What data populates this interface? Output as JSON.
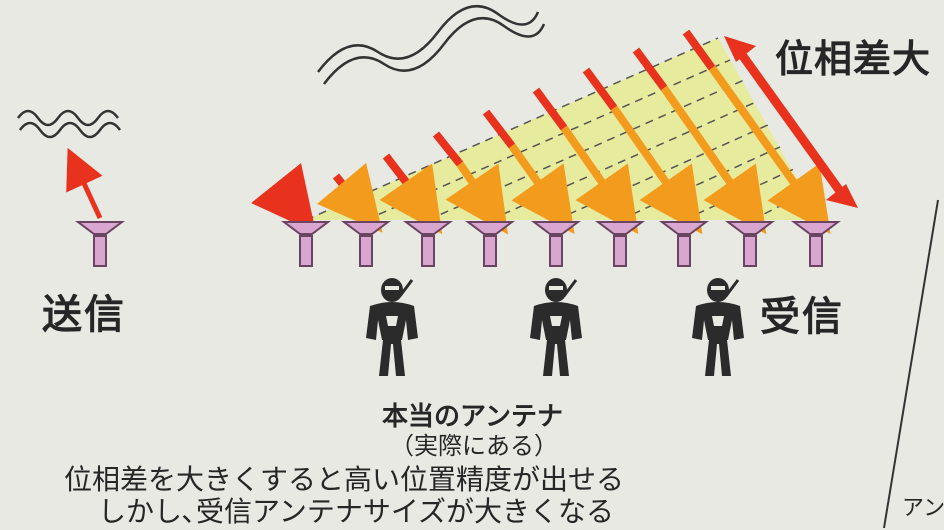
{
  "labels": {
    "transmit": "送信",
    "receive": "受信",
    "phase_diff_large": "位相差大",
    "true_antenna": "本当のアンテナ",
    "true_antenna_sub": "（実際にある）",
    "caption_line1": "位相差を大きくすると高い位置精度が出せる",
    "caption_line2": "しかし､受信アンテナサイズが大きくなる",
    "edge_fragment": "アン"
  },
  "colors": {
    "background": "#e9e9e4",
    "antenna_fill": "#d8a6cf",
    "antenna_stroke": "#6b4463",
    "arrow_red": "#e8321d",
    "arrow_orange": "#f39b1d",
    "wedge_fill": "#e6eb95",
    "silhouette": "#2b2b2b"
  },
  "diagram": {
    "receive_antenna_count": 9,
    "ninja_figure_count": 3
  }
}
